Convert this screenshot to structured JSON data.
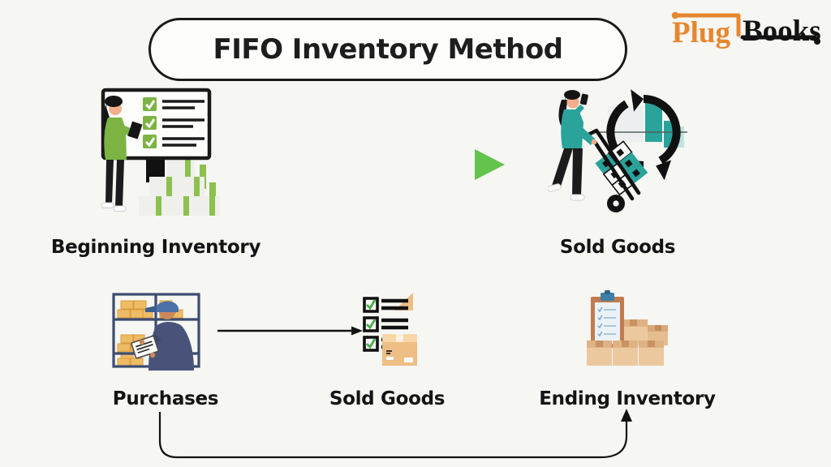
{
  "title": {
    "text": "FIFO Inventory Method"
  },
  "logo": {
    "plug": "Plug",
    "books": "Books"
  },
  "nodes": {
    "beginning": {
      "label": "Beginning Inventory"
    },
    "sold_top": {
      "label": "Sold Goods"
    },
    "purchases": {
      "label": "Purchases"
    },
    "sold_bottom": {
      "label": "Sold Goods"
    },
    "ending": {
      "label": "Ending Inventory"
    }
  },
  "edges": [
    {
      "from": "Beginning Inventory",
      "to": "Sold Goods",
      "style": "gradient-arrow"
    },
    {
      "from": "Purchases",
      "to": "Sold Goods",
      "style": "thin-black-arrow"
    },
    {
      "from": "Purchases",
      "to": "Ending Inventory",
      "style": "curved-up-arrow"
    }
  ],
  "icons": {
    "beginning": "presenter-checklist-board-illustration",
    "sold_top": "woman-with-handtruck-illustration",
    "purchases": "warehouse-worker-shelves-illustration",
    "sold_bottom": "checklist-with-box-illustration",
    "ending": "clipboard-with-boxes-illustration"
  },
  "colors": {
    "background": "#f6f6f3",
    "ink": "#141414",
    "accent_green": "#7cb342",
    "accent_teal": "#2aa39a",
    "logo_orange": "#e8862d",
    "box_tan": "#ecc89e",
    "warehouse_orange": "#efbc66",
    "worker_navy": "#49537a",
    "arrow_gradient_start": "#2f9cc4",
    "arrow_gradient_end": "#63c34c"
  }
}
